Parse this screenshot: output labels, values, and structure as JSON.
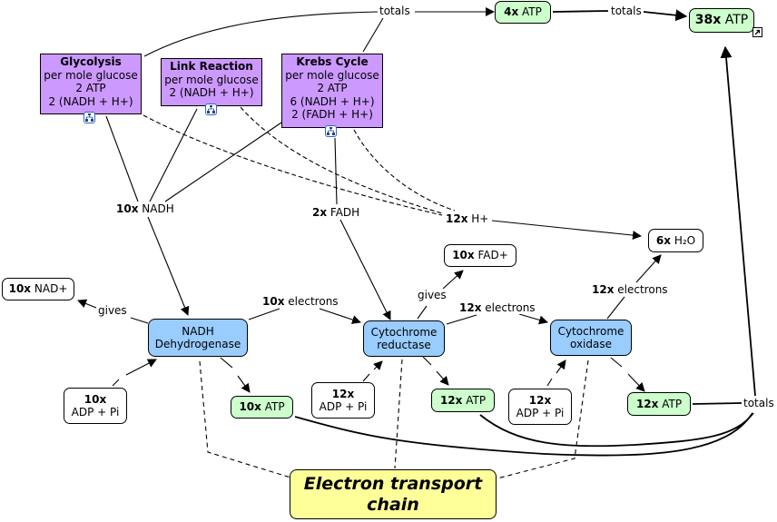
{
  "title": "Electron transport chain",
  "sources": {
    "glycolysis": {
      "title": "Glycolysis",
      "lines": [
        "per mole glucose",
        "2 ATP",
        "2 (NADH + H+)"
      ]
    },
    "link_reaction": {
      "title": "Link Reaction",
      "lines": [
        "per mole glucose",
        "2 (NADH + H+)"
      ]
    },
    "krebs_cycle": {
      "title": "Krebs Cycle",
      "lines": [
        "per mole glucose",
        "2 ATP",
        "6 (NADH + H+)",
        "2 (FADH + H+)"
      ]
    }
  },
  "enzymes": {
    "nadh_dehydrogenase": [
      "NADH",
      "Dehydrogenase"
    ],
    "cytochrome_reductase": [
      "Cytochrome",
      "reductase"
    ],
    "cytochrome_oxidase": [
      "Cytochrome",
      "oxidase"
    ]
  },
  "products": {
    "atp_4": {
      "count": "4x",
      "name": "ATP"
    },
    "atp_38": {
      "count": "38x",
      "name": "ATP"
    },
    "atp_10": {
      "count": "10x",
      "name": "ATP"
    },
    "atp_12a": {
      "count": "12x",
      "name": "ATP"
    },
    "atp_12b": {
      "count": "12x",
      "name": "ATP"
    },
    "nad_plus": {
      "count": "10x",
      "name": "NAD+"
    },
    "fad_plus": {
      "count": "10x",
      "name": "FAD+"
    },
    "water": {
      "count": "6x",
      "name": "H₂O"
    }
  },
  "inputs": {
    "adp_10": {
      "count": "10x",
      "name": "ADP + Pi"
    },
    "adp_12a": {
      "count": "12x",
      "name": "ADP + Pi"
    },
    "adp_12b": {
      "count": "12x",
      "name": "ADP + Pi"
    }
  },
  "link_labels": {
    "totals_top": "totals",
    "totals_mid": "totals",
    "totals_right": "totals",
    "nadh": {
      "count": "10x",
      "name": "NADH"
    },
    "fadh": {
      "count": "2x",
      "name": "FADH"
    },
    "h_plus": {
      "count": "12x",
      "name": "H+"
    },
    "gives_nad": "gives",
    "gives_fad": "gives",
    "electrons_10": {
      "count": "10x",
      "name": "electrons"
    },
    "electrons_12a": {
      "count": "12x",
      "name": "electrons"
    },
    "electrons_12b": {
      "count": "12x",
      "name": "electrons"
    }
  },
  "colors": {
    "process": "#cc99ff",
    "enzyme": "#99ccff",
    "atp": "#ccffcc",
    "main": "#ffff99"
  }
}
